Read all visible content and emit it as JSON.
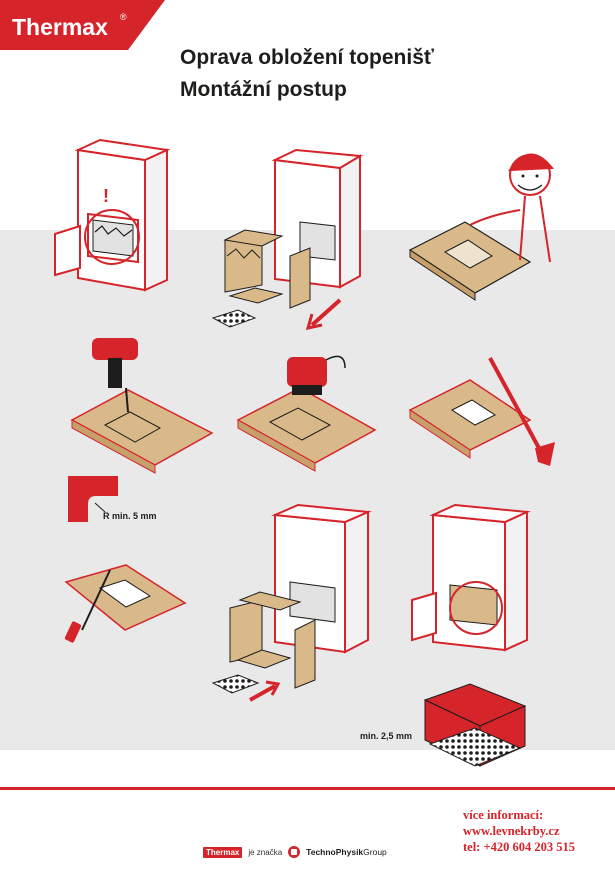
{
  "brand": {
    "name": "Thermax",
    "mark": "®"
  },
  "title": {
    "line1": "Oprava obložení topenišť",
    "line2": "Montážní postup"
  },
  "labels": {
    "radius": "R min. 5 mm",
    "gap": "min. 2,5 mm",
    "warning": "!"
  },
  "info": {
    "line1": "více informací:",
    "line2": "www.levnekrby.cz",
    "line3": "tel: +420 604 203 515"
  },
  "footer": {
    "brand": "Thermax",
    "je_znacka": "je značka",
    "group_bold": "TechnoPhysik",
    "group_rest": "Group"
  },
  "colors": {
    "accent": "#d6242b",
    "band": "#e9e9ea",
    "board": "#d9b98a",
    "text": "#1d1d1b"
  }
}
